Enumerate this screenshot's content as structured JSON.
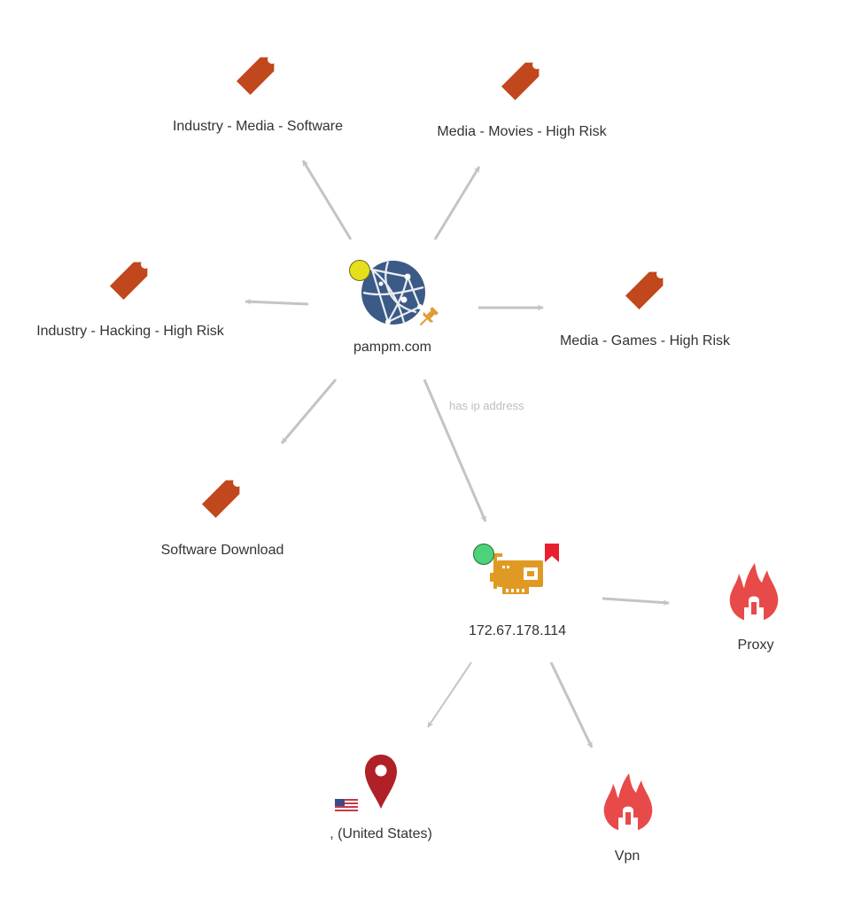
{
  "graph": {
    "colors": {
      "edge": "#c4c4c4",
      "tag": "#c1471c",
      "domain": "#3b5a86",
      "domain_status": "#e5e01b",
      "pin": "#e39a36",
      "ip": "#e09a24",
      "ip_status": "#4cd37a",
      "bookmark": "#e8202e",
      "threat": "#e84a4a",
      "location": "#b02027",
      "label": "#333333",
      "edge_label": "#bdbdbd"
    },
    "nodes": {
      "domain": {
        "label": "pampm.com",
        "icon": "globe-network-icon",
        "status_icon": "yellow-status-dot",
        "pinned": true
      },
      "tag_industry_media_software": {
        "label": "Industry - Media - Software",
        "icon": "tag-icon"
      },
      "tag_media_movies": {
        "label": "Media - Movies - High Risk",
        "icon": "tag-icon"
      },
      "tag_industry_hacking": {
        "label": "Industry - Hacking - High Risk",
        "icon": "tag-icon"
      },
      "tag_media_games": {
        "label": "Media - Games - High Risk",
        "icon": "tag-icon"
      },
      "tag_software_download": {
        "label": "Software Download",
        "icon": "tag-icon"
      },
      "ip": {
        "label": "172.67.178.114",
        "icon": "network-card-icon",
        "status_icon": "green-status-dot",
        "bookmarked": true
      },
      "proxy": {
        "label": "Proxy",
        "icon": "firewall-icon"
      },
      "vpn": {
        "label": "Vpn",
        "icon": "firewall-icon"
      },
      "location": {
        "label": ",  (United States)",
        "icon": "map-pin-icon",
        "flag": "us-flag-icon"
      }
    },
    "edges": [
      {
        "from": "domain",
        "to": "tag_industry_media_software",
        "label": ""
      },
      {
        "from": "domain",
        "to": "tag_media_movies",
        "label": ""
      },
      {
        "from": "domain",
        "to": "tag_industry_hacking",
        "label": ""
      },
      {
        "from": "domain",
        "to": "tag_media_games",
        "label": ""
      },
      {
        "from": "domain",
        "to": "tag_software_download",
        "label": ""
      },
      {
        "from": "domain",
        "to": "ip",
        "label": "has ip address"
      },
      {
        "from": "ip",
        "to": "proxy",
        "label": ""
      },
      {
        "from": "ip",
        "to": "location",
        "label": ""
      },
      {
        "from": "ip",
        "to": "vpn",
        "label": ""
      }
    ]
  }
}
